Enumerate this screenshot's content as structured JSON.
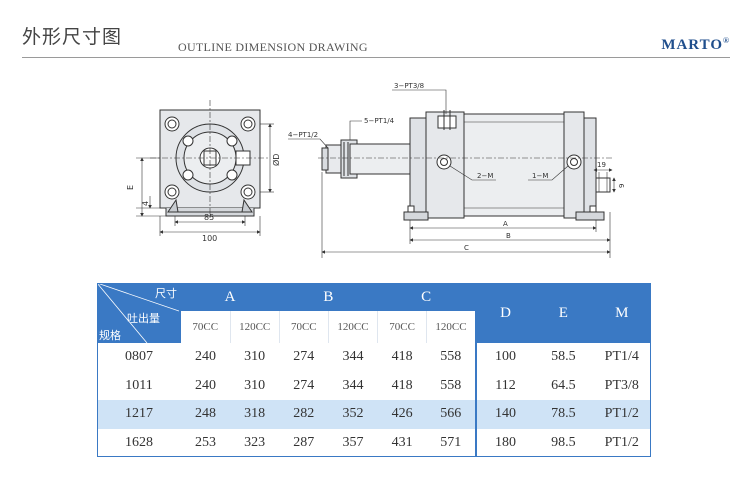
{
  "header": {
    "title_cn": "外形尺寸图",
    "title_en": "OUTLINE DIMENSION DRAWING",
    "brand": "MARTO",
    "brand_mark": "®"
  },
  "drawing": {
    "front_labels": {
      "dim_85": "85",
      "dim_100": "100",
      "dim_e": "E",
      "dim_4": "4",
      "dim_d": "ØD"
    },
    "side_labels": {
      "pt_38": "3−PT3/8",
      "pt_14": "5−PT1/4",
      "pt_12": "4−PT1/2",
      "m2": "2−M",
      "m1": "1−M",
      "dim_19": "19",
      "dim_9": "9",
      "dim_a": "A",
      "dim_b": "B",
      "dim_c": "C"
    }
  },
  "table": {
    "corner": {
      "size": "尺寸",
      "output": "吐出量",
      "model": "规格"
    },
    "groups": [
      "A",
      "B",
      "C"
    ],
    "singles": [
      "D",
      "E",
      "M"
    ],
    "subheads": [
      "70CC",
      "120CC",
      "70CC",
      "120CC",
      "70CC",
      "120CC"
    ],
    "rows": [
      {
        "model": "0807",
        "vals": [
          "240",
          "310",
          "274",
          "344",
          "418",
          "558"
        ],
        "d": "100",
        "e": "58.5",
        "m": "PT1/4"
      },
      {
        "model": "1011",
        "vals": [
          "240",
          "310",
          "274",
          "344",
          "418",
          "558"
        ],
        "d": "112",
        "e": "64.5",
        "m": "PT3/8"
      },
      {
        "model": "1217",
        "vals": [
          "248",
          "318",
          "282",
          "352",
          "426",
          "566"
        ],
        "d": "140",
        "e": "78.5",
        "m": "PT1/2"
      },
      {
        "model": "1628",
        "vals": [
          "253",
          "323",
          "287",
          "357",
          "431",
          "571"
        ],
        "d": "180",
        "e": "98.5",
        "m": "PT1/2"
      }
    ]
  }
}
